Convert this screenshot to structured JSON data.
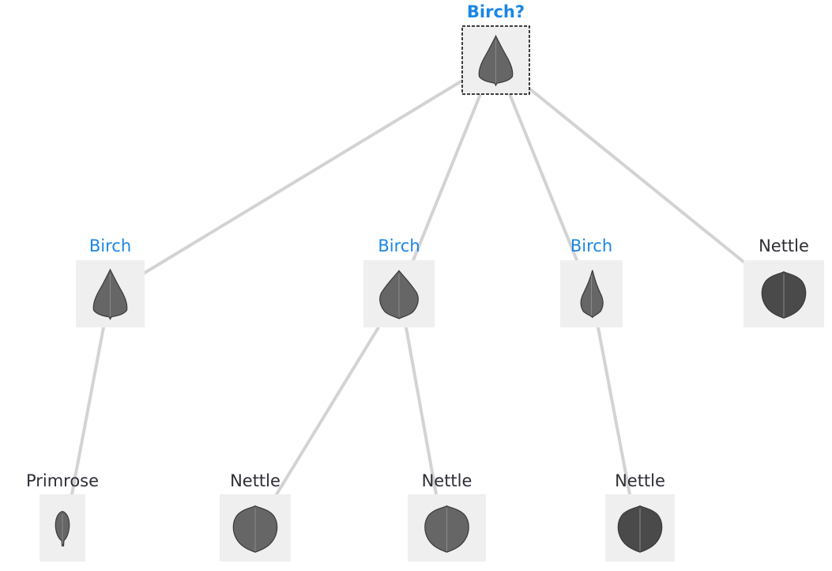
{
  "colors": {
    "highlight": "#1a86e6",
    "default_text": "#2d2d35",
    "edge": "#d3d3d3",
    "thumb_bg": "#efefef",
    "leaf_gray": "#666666",
    "leaf_dark": "#4a4a4a"
  },
  "tree": {
    "root": {
      "label": "Birch?",
      "highlighted": true,
      "leaf_shape": "birch"
    },
    "level1": [
      {
        "label": "Birch",
        "highlighted": true,
        "leaf_shape": "birch"
      },
      {
        "label": "Birch",
        "highlighted": true,
        "leaf_shape": "birch-wide"
      },
      {
        "label": "Birch",
        "highlighted": true,
        "leaf_shape": "birch-narrow"
      },
      {
        "label": "Nettle",
        "highlighted": false,
        "leaf_shape": "nettle-textured"
      }
    ],
    "level2": [
      {
        "label": "Primrose",
        "highlighted": false,
        "leaf_shape": "primrose",
        "parent": 0
      },
      {
        "label": "Nettle",
        "highlighted": false,
        "leaf_shape": "nettle",
        "parent": 1
      },
      {
        "label": "Nettle",
        "highlighted": false,
        "leaf_shape": "nettle",
        "parent": 1
      },
      {
        "label": "Nettle",
        "highlighted": false,
        "leaf_shape": "nettle-textured",
        "parent": 2
      }
    ]
  }
}
